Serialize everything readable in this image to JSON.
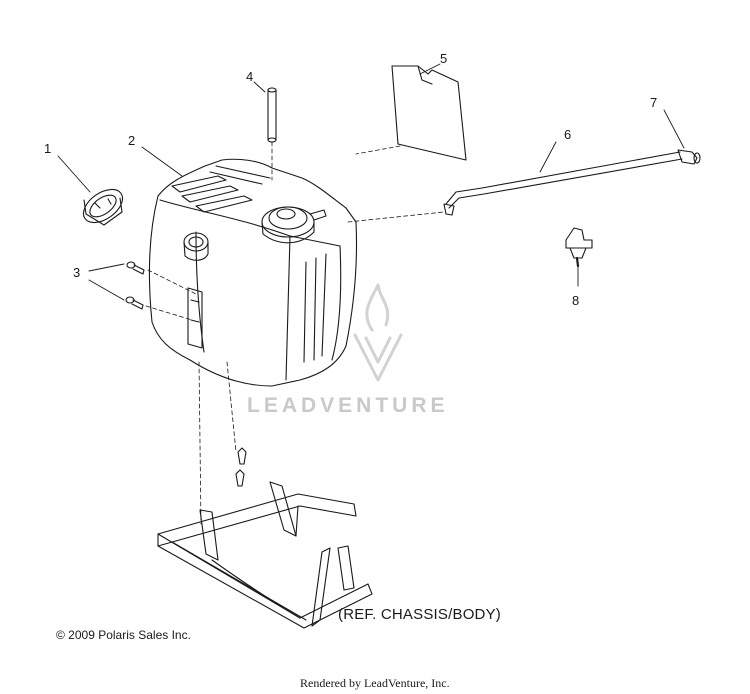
{
  "callouts": [
    {
      "num": "1"
    },
    {
      "num": "2"
    },
    {
      "num": "3"
    },
    {
      "num": "4"
    },
    {
      "num": "5"
    },
    {
      "num": "6"
    },
    {
      "num": "7"
    },
    {
      "num": "8"
    }
  ],
  "ref_note": "(REF. CHASSIS/BODY)",
  "copyright": "© 2009 Polaris Sales Inc.",
  "rendered_by": "Rendered by LeadVenture, Inc.",
  "watermark": "LEADVENTURE",
  "colors": {
    "line": "#1a1a1a",
    "watermark": "#c9c9c9",
    "background": "#ffffff"
  }
}
